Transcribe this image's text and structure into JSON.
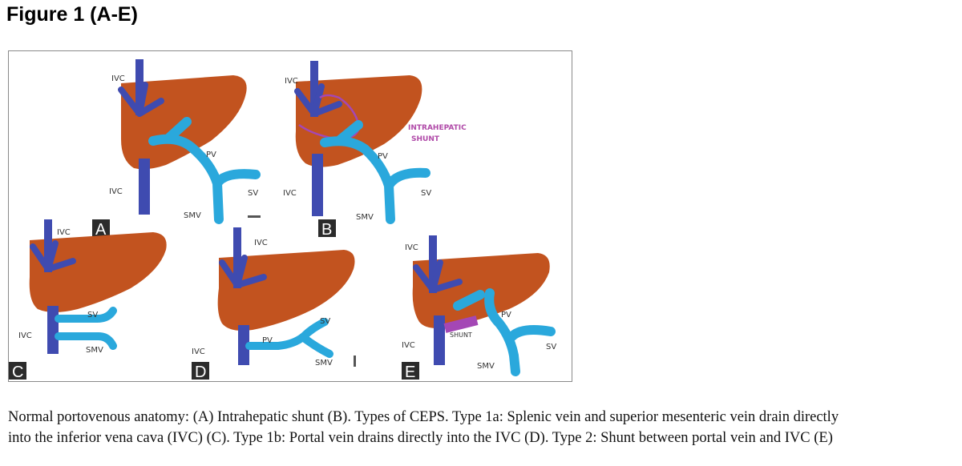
{
  "figure": {
    "title": "Figure 1 (A-E)",
    "panels": {
      "A": {
        "letter": "A",
        "ivc_top": "IVC",
        "ivc_bottom": "IVC",
        "pv": "PV",
        "sv": "SV",
        "smv": "SMV"
      },
      "B": {
        "letter": "B",
        "ivc_top": "IVC",
        "ivc_bottom": "IVC",
        "pv": "PV",
        "sv": "SV",
        "smv": "SMV",
        "shunt_line1": "INTRAHEPATIC",
        "shunt_line2": "SHUNT"
      },
      "C": {
        "letter": "C",
        "ivc_top": "IVC",
        "ivc_bottom": "IVC",
        "sv": "SV",
        "smv": "SMV"
      },
      "D": {
        "letter": "D",
        "ivc_top": "IVC",
        "ivc_bottom": "IVC",
        "pv": "PV",
        "sv": "SV",
        "smv": "SMV"
      },
      "E": {
        "letter": "E",
        "ivc_top": "IVC",
        "ivc_bottom": "IVC",
        "pv": "PV",
        "sv": "SV",
        "smv": "SMV",
        "shunt": "SHUNT"
      }
    },
    "colors": {
      "liver": "#c2531f",
      "ivc": "#3f4bb0",
      "portal": "#2aa8dc",
      "shunt": "#a447b5",
      "letter_box": "#2b2b2b"
    }
  },
  "caption": {
    "line1": "Normal portovenous anatomy: (A) Intrahepatic shunt (B). Types of CEPS. Type 1a: Splenic vein and superior mesenteric vein drain directly",
    "line2": "into the inferior vena cava (IVC) (C). Type 1b: Portal vein drains directly into the IVC (D). Type 2: Shunt between portal vein and IVC (E)"
  }
}
